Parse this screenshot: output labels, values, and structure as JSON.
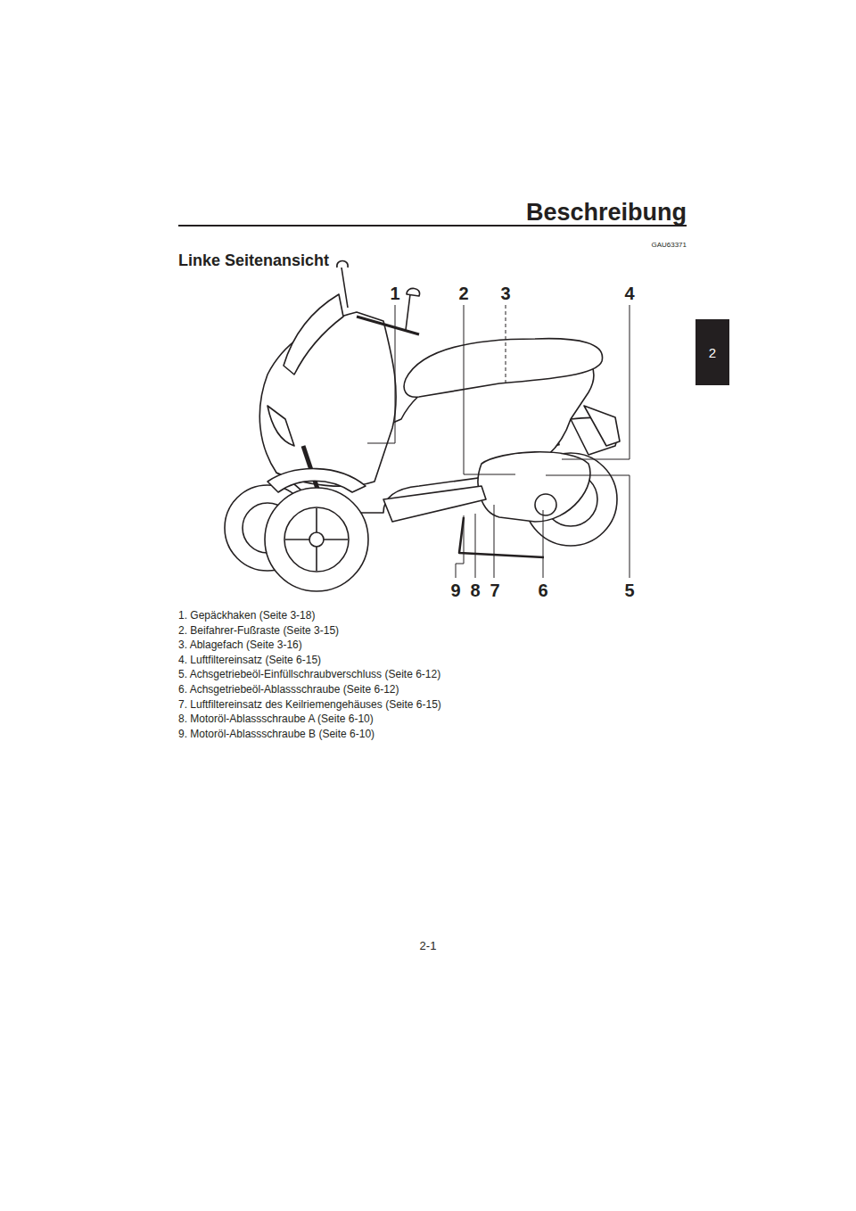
{
  "diagram": {
    "title": "Beschreibung",
    "nodes": [
      {
        "text": [
          "2"
        ]
      }
    ],
    "labels": [
      "GAU63371",
      "Linke Seitenansicht",
      "1",
      "2",
      "3",
      "4",
      "9",
      "8",
      "7",
      "6",
      "5",
      "1. Gepäckhaken (Seite 3-18)",
      "2. Beifahrer-Fußraste (Seite 3-15)",
      "3. Ablagefach (Seite 3-16)",
      "4. Luftfiltereinsatz (Seite 6-15)",
      "5. Achsgetriebeöl-Einfüllschraubverschluss (Seite 6-12)",
      "6. Achsgetriebeöl-Ablassschraube (Seite 6-12)",
      "7. Luftfiltereinsatz des Keilriemengehäuses (Seite 6-15)",
      "8. Motoröl-Ablassschraube A (Seite 6-10)",
      "9. Motoröl-Ablassschraube B (Seite 6-10)",
      "2-1"
    ]
  }
}
